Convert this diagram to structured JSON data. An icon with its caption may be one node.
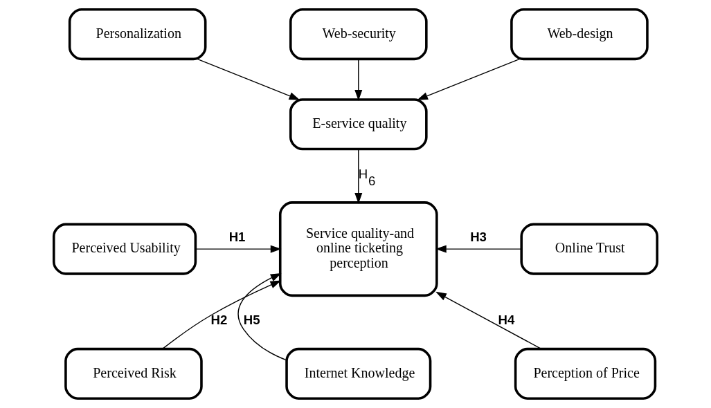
{
  "diagram": {
    "nodes": [
      {
        "text": [
          "Personalization"
        ]
      },
      {
        "text": [
          "Web-security"
        ]
      },
      {
        "text": [
          "Web-design"
        ]
      },
      {
        "text": [
          "E-service quality"
        ]
      },
      {
        "text": [
          "Perceived Usability"
        ]
      },
      {
        "text": [
          "Service quality-and online ticketing perception"
        ]
      },
      {
        "text": [
          "Online Trust"
        ]
      },
      {
        "text": [
          "Perceived Risk"
        ]
      },
      {
        "text": [
          "Internet Knowledge"
        ]
      },
      {
        "text": [
          "Perception of Price"
        ]
      }
    ],
    "edges": [
      {
        "from": 0,
        "to": 3,
        "arrow": "to"
      },
      {
        "from": 1,
        "to": 3,
        "arrow": "to"
      },
      {
        "from": 2,
        "to": 3,
        "arrow": "to"
      },
      {
        "from": 3,
        "to": 5,
        "arrow": "to",
        "label": "H$_{6}$"
      },
      {
        "from": 4,
        "to": 5,
        "arrow": "to",
        "label": "H1"
      },
      {
        "from": 7,
        "to": 5,
        "arrow": "to",
        "label": "H2"
      },
      {
        "from": 6,
        "to": 5,
        "arrow": "to",
        "label": "H3"
      },
      {
        "from": 9,
        "to": 5,
        "arrow": "to",
        "label": "H4"
      },
      {
        "from": 8,
        "to": 5,
        "arrow": "to",
        "label": "H5"
      }
    ]
  }
}
